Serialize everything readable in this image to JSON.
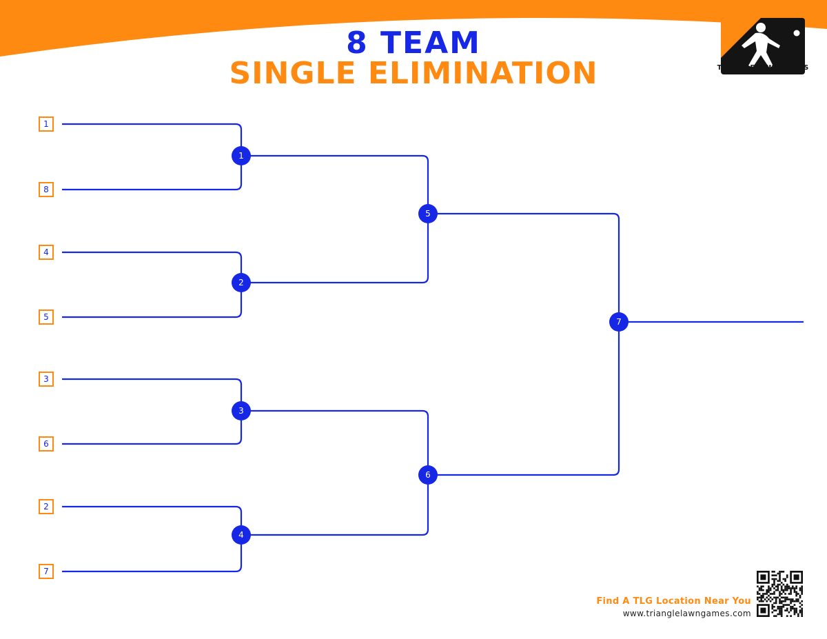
{
  "header": {
    "title_line1": "8 TEAM",
    "title_line2": "SINGLE ELIMINATION"
  },
  "brand": {
    "logo_text": "TRIANGLE LAWN GAMES",
    "logo_icon": "lawn-game-thrower-icon"
  },
  "colors": {
    "primary_blue": "#1727e6",
    "accent_orange": "#ff8a12",
    "logo_dark": "#141414"
  },
  "bracket": {
    "seeds": [
      "1",
      "8",
      "4",
      "5",
      "3",
      "6",
      "2",
      "7"
    ],
    "games": [
      "1",
      "2",
      "3",
      "4",
      "5",
      "6",
      "7"
    ]
  },
  "footer": {
    "find_text": "Find A TLG Location Near You",
    "url_text": "www.trianglelawngames.com",
    "qr_icon": "qr-code-icon"
  }
}
